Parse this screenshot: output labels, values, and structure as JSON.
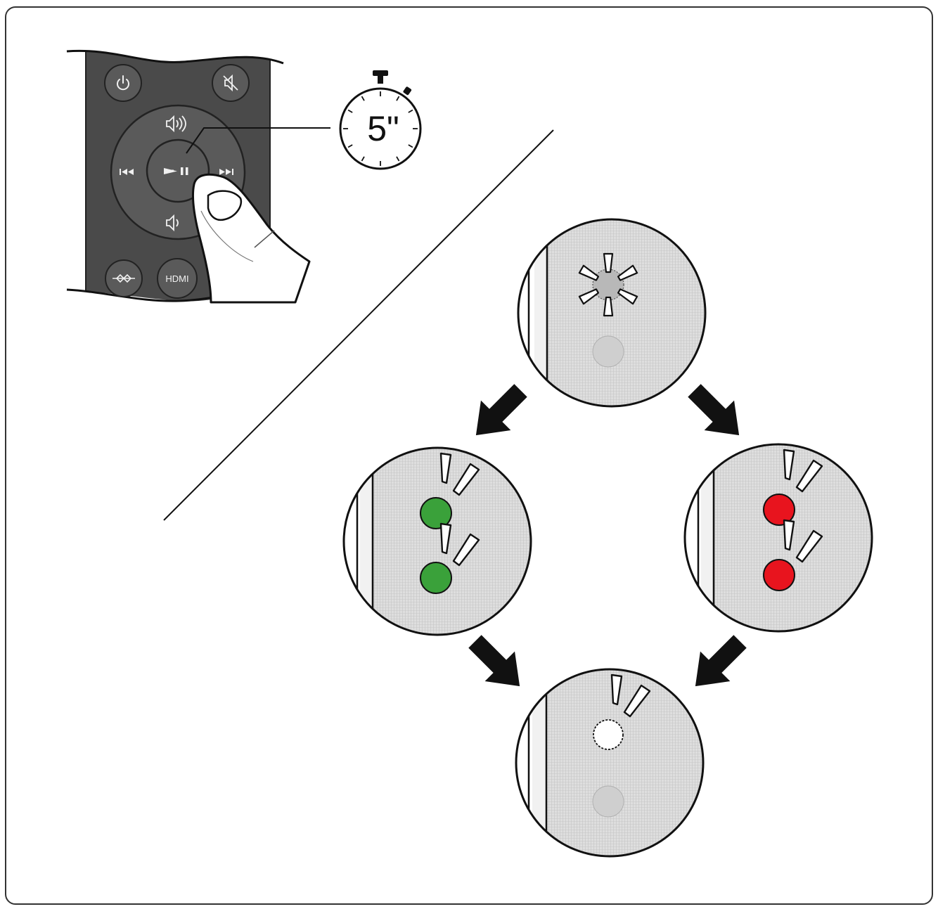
{
  "remote": {
    "hdmi_label": "HDMI",
    "buttons": [
      {
        "name": "power-button",
        "icon": "power-icon"
      },
      {
        "name": "mute-button",
        "icon": "speaker-mute-icon"
      },
      {
        "name": "volume-up-button",
        "icon": "volume-up-icon"
      },
      {
        "name": "volume-down-button",
        "icon": "volume-down-icon"
      },
      {
        "name": "previous-track-button",
        "icon": "skip-back-icon"
      },
      {
        "name": "next-track-button",
        "icon": "skip-forward-icon"
      },
      {
        "name": "play-pause-button",
        "icon": "play-pause-icon"
      },
      {
        "name": "optical-input-button",
        "icon": "optical-icon"
      },
      {
        "name": "hdmi-button",
        "icon": "hdmi-icon"
      },
      {
        "name": "bluetooth-button",
        "icon": "bluetooth-icon"
      }
    ],
    "body_color": "#4a4a4a",
    "button_color": "#5a5a5a"
  },
  "timer": {
    "label": "5\"",
    "seconds": 5,
    "icon": "stopwatch-icon"
  },
  "led_states": {
    "initial": {
      "top_led": "blinking",
      "bottom_led": "off"
    },
    "success": {
      "color": "#3aa13a",
      "top_led": "blinking",
      "bottom_led": "blinking"
    },
    "failure": {
      "color": "#e8141e",
      "top_led": "blinking",
      "bottom_led": "blinking"
    },
    "final": {
      "top_led": "blinking-off",
      "bottom_led": "off"
    }
  },
  "arrows": [
    {
      "from": "initial",
      "to": "success"
    },
    {
      "from": "initial",
      "to": "failure"
    },
    {
      "from": "success",
      "to": "final"
    },
    {
      "from": "failure",
      "to": "final"
    }
  ]
}
